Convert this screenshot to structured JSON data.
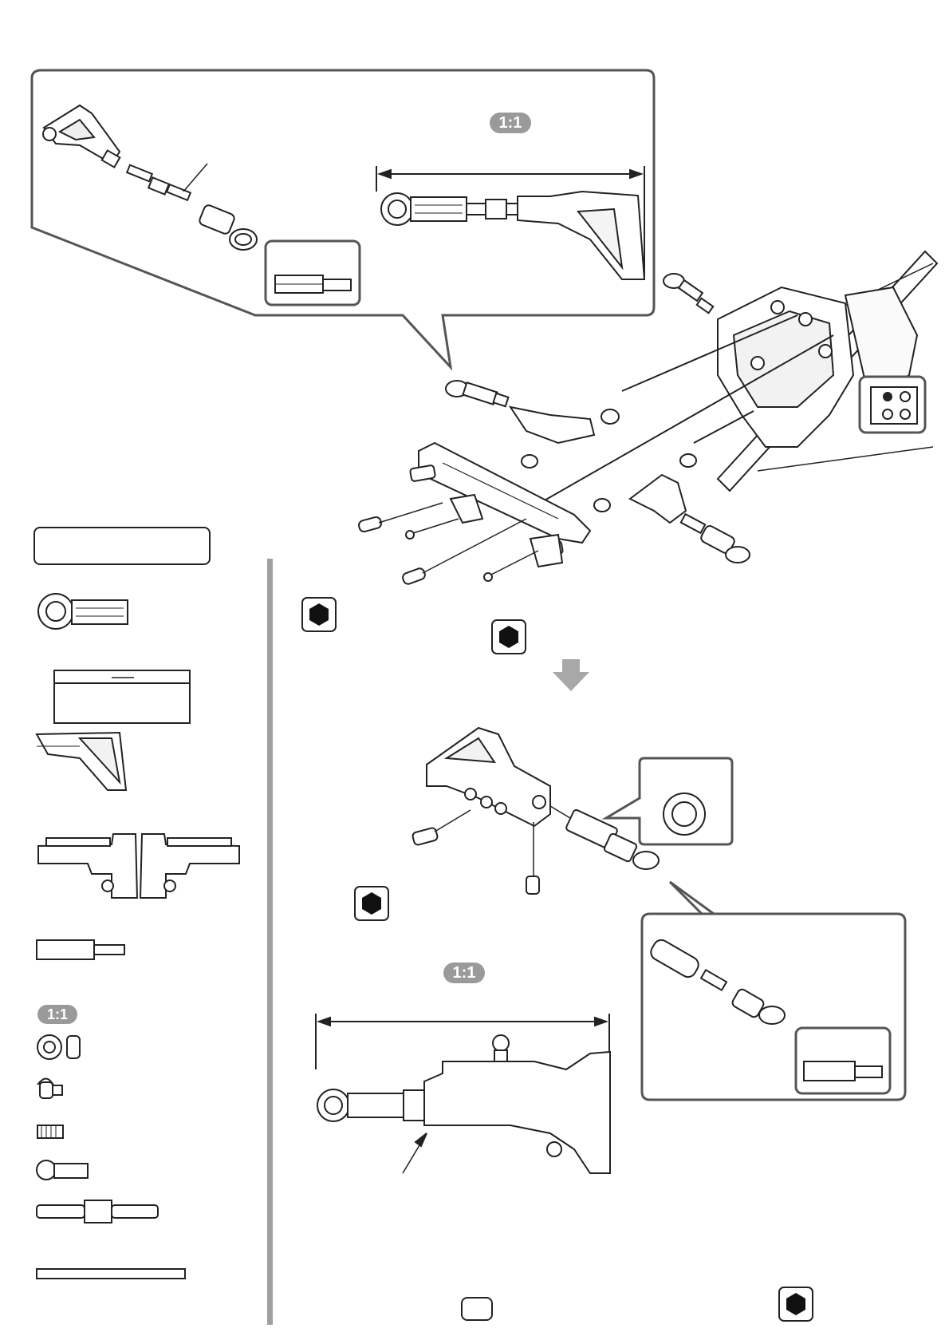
{
  "page": {
    "number": ""
  },
  "scale_badges": {
    "top": "1:1",
    "middle": "1:1",
    "parts_list": "1:1"
  },
  "sections": {
    "parts_box_title": ""
  },
  "icons": {
    "hex_tool": "hex-wrench-icon",
    "down_arrow": "down-arrow-icon"
  },
  "colors": {
    "line": "#222222",
    "badge_bg": "#9a9a9a",
    "divider": "#a0a0a0",
    "arrow": "#a8a8a8"
  }
}
